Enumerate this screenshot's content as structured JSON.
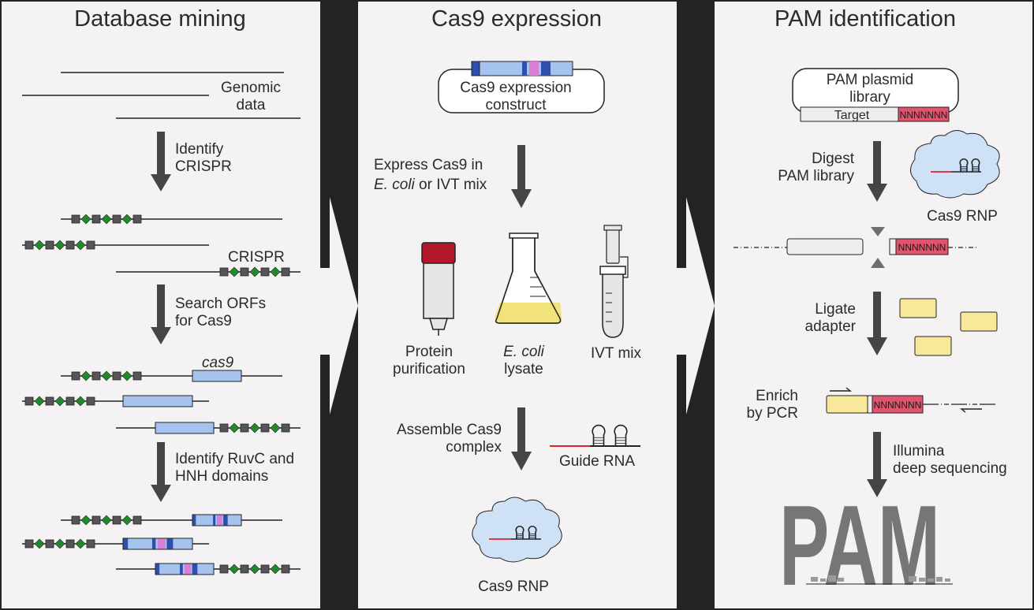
{
  "colors": {
    "panel_bg": "#f4f2f3",
    "divider": "#232323",
    "arrow": "#454545",
    "spacer_repeat": "#555555",
    "spacer_diamond": "#1e8a2a",
    "orf_blue": "#a4c3ee",
    "domain_dark_blue": "#2f4fae",
    "domain_pink": "#d97ed4",
    "pam_red": "#e0546d",
    "guide_red": "#e2202a",
    "adapter_yellow": "#f8e99a",
    "rnp_cloud": "#cfe1f6",
    "tube_cap": "#b0182a",
    "lysate_yellow": "#f1e27c"
  },
  "panels": {
    "database_mining": {
      "title": "Database mining",
      "genomic_data": "Genomic\ndata",
      "step1": "Identify\nCRISPR",
      "crispr_label": "CRISPR",
      "step2": "Search ORFs\nfor Cas9",
      "cas9_label": "cas9",
      "step3": "Identify RuvC and\nHNH domains"
    },
    "cas9_expression": {
      "title": "Cas9 expression",
      "construct": "Cas9 expression\nconstruct",
      "express_line1": "Express Cas9 in",
      "express_line2_italic": "E. coli",
      "express_line2_rest": " or IVT mix",
      "protein_purification": "Protein\npurification",
      "ecoli_italic": "E. coli",
      "lysate": "lysate",
      "ivt_mix": "IVT mix",
      "assemble": "Assemble Cas9\ncomplex",
      "guide_rna": "Guide RNA",
      "rnp": "Cas9 RNP"
    },
    "pam_identification": {
      "title": "PAM identification",
      "plasmid_library": "PAM plasmid\nlibrary",
      "target": "Target",
      "nnn": "NNNNNNN",
      "digest": "Digest\nPAM library",
      "rnp": "Cas9 RNP",
      "ligate": "Ligate\nadapter",
      "enrich": "Enrich\nby PCR",
      "illumina": "Illumina\ndeep sequencing",
      "logo": "PAM"
    }
  }
}
